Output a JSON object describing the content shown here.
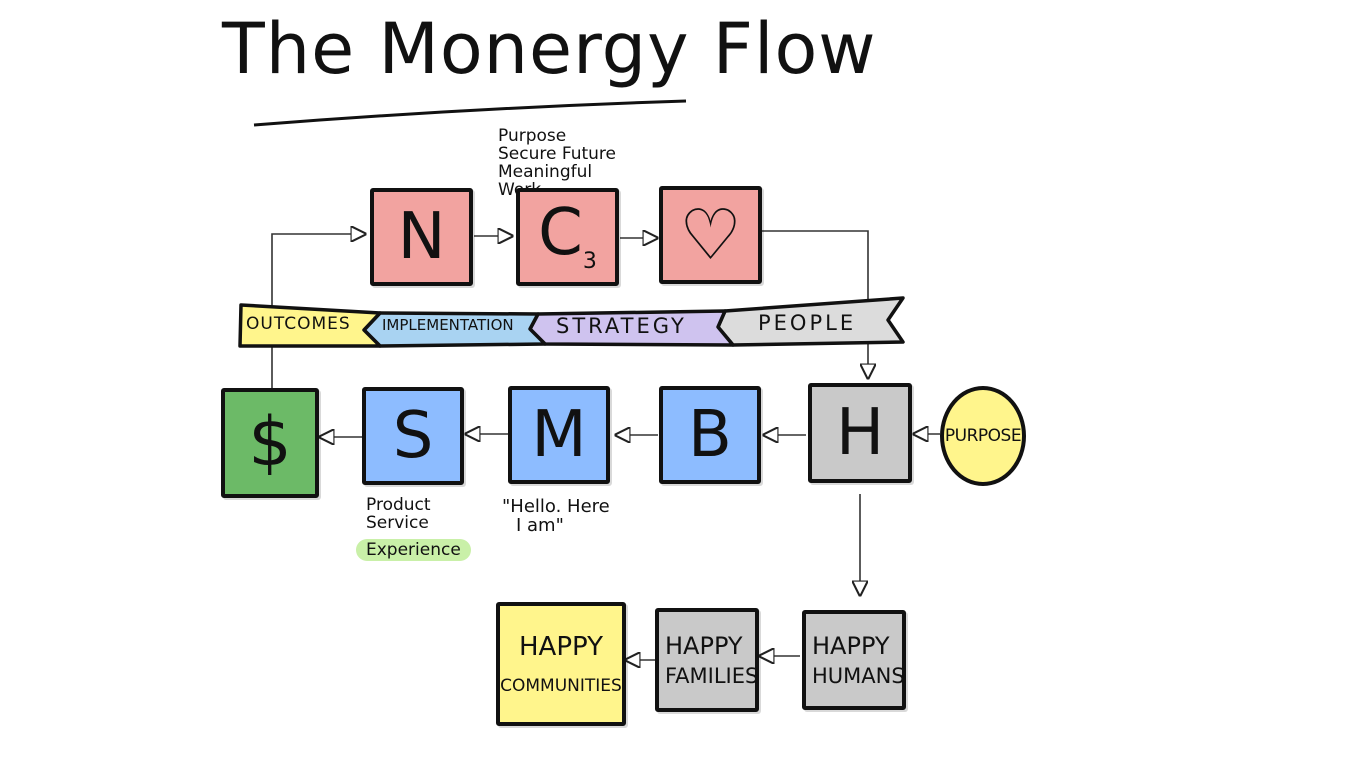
{
  "title": "The Monergy Flow",
  "colors": {
    "red": "#f2a3a0",
    "blue": "#8dbcff",
    "green": "#6cba67",
    "gray": "#c9c9c9",
    "yellow": "#fff58c",
    "lavender": "#cfc3ef",
    "lightblue": "#a9d3f2",
    "lightgreen": "#c9f0a8"
  },
  "top_row": {
    "n": "N",
    "c": "C",
    "c_sub": "3",
    "heart": "♡",
    "note_lines": [
      "Purpose",
      "Secure Future",
      "Meaningful Work"
    ]
  },
  "band": {
    "outcomes": "OUTCOMES",
    "implementation": "IMPLEMENTATION",
    "strategy": "STRATEGY",
    "people": "PEOPLE"
  },
  "middle_row": {
    "dollar": "$",
    "s": "S",
    "m": "M",
    "b": "B",
    "h": "H",
    "purpose": "PURPOSE",
    "s_note": [
      "Product",
      "Service"
    ],
    "s_pill": "Experience",
    "m_note": [
      "\"Hello. Here",
      "I am\""
    ]
  },
  "bottom_row": {
    "communities": [
      "HAPPY",
      "COMMUNITIES"
    ],
    "families": [
      "HAPPY",
      "FAMILIES"
    ],
    "humans": [
      "HAPPY",
      "HUMANS"
    ]
  }
}
